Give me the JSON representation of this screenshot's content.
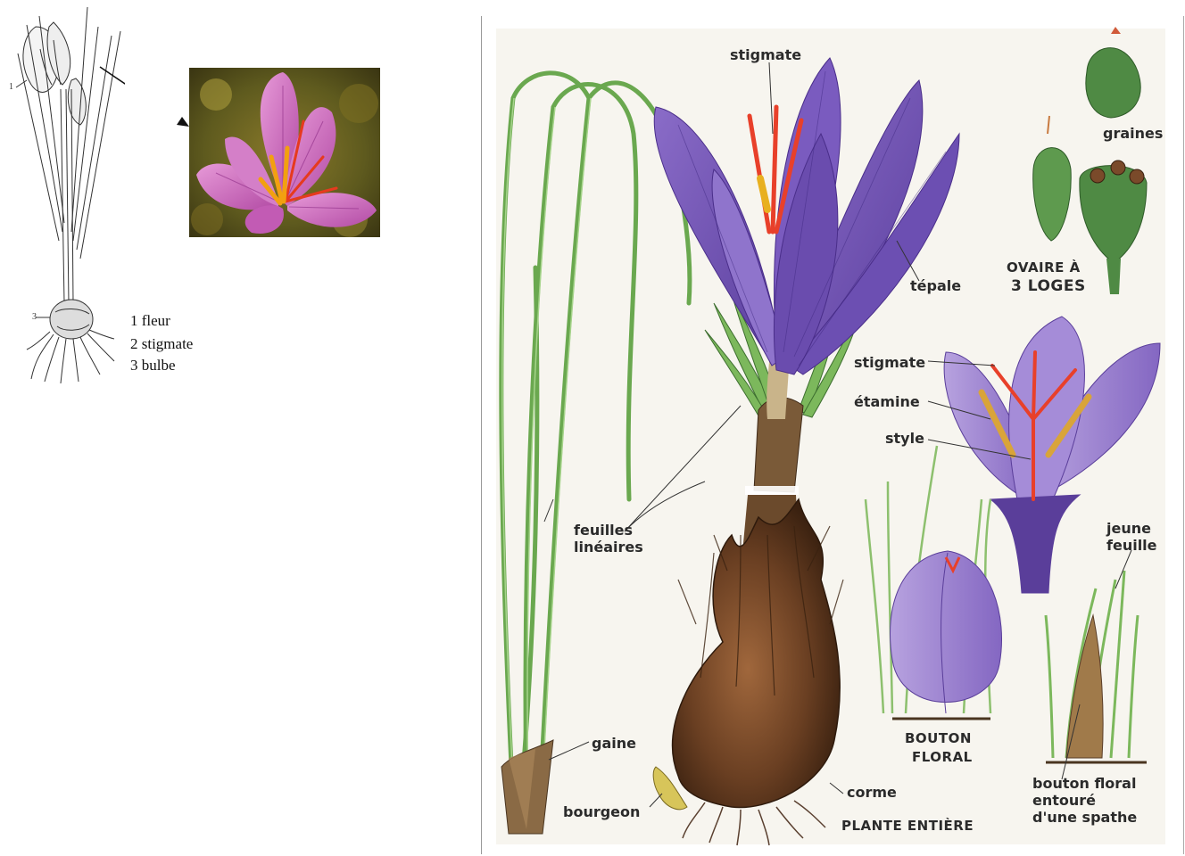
{
  "left_legend": {
    "items": [
      "1 fleur",
      "2 stigmate",
      "3 bulbe"
    ],
    "callout_numbers": [
      "1",
      "3"
    ]
  },
  "plate": {
    "labels": {
      "stigmate_top": "stigmate",
      "graines": "graines",
      "ovaire_line1": "OVAIRE À",
      "ovaire_line2": "3 LOGES",
      "tepale": "tépale",
      "stigmate_mid": "stigmate",
      "etamine": "étamine",
      "style": "style",
      "feuilles_line1": "feuilles",
      "feuilles_line2": "linéaires",
      "jeune_line1": "jeune",
      "jeune_line2": "feuille",
      "gaine": "gaine",
      "bouton_line1": "BOUTON",
      "bouton_line2": "FLORAL",
      "bourgeon": "bourgeon",
      "corme": "corme",
      "plante_entiere": "PLANTE ENTIÈRE",
      "spathe_line1": "bouton floral",
      "spathe_line2": "entouré",
      "spathe_line3": "d'une spathe"
    }
  },
  "colors": {
    "petal_purple": "#7b5bb8",
    "stigma_red": "#e8402a",
    "leaf_green": "#6aa84f",
    "corm_brown": "#5b3a22",
    "plate_bg": "#f7f5ef",
    "photo_pink": "#c45bb3"
  }
}
